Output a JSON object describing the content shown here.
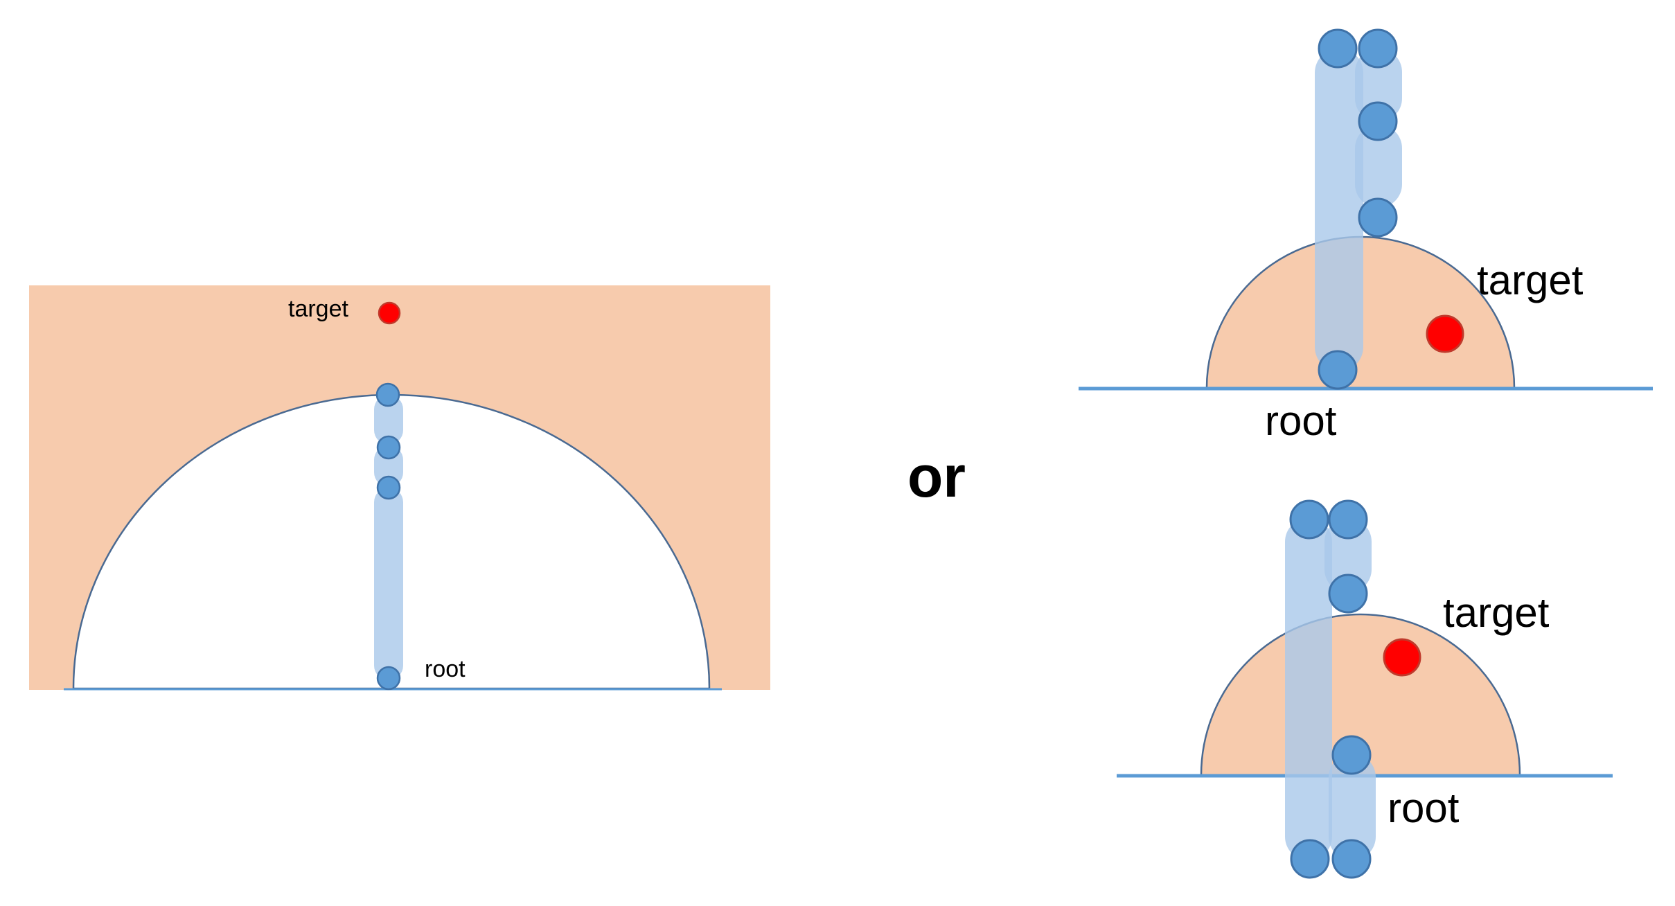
{
  "colors": {
    "region_fill": "#f7cbad",
    "arc_stroke": "#4a6a92",
    "ground_line": "#5b9bd5",
    "joint_fill": "#5b9bd5",
    "joint_stroke": "#3f72a8",
    "link_fill": "#a9c8ea",
    "target_fill": "#ff0000",
    "target_stroke": "#c0392b"
  },
  "panels": {
    "left": {
      "target_label": "target",
      "root_label": "root"
    },
    "separator": {
      "label": "or"
    },
    "top_right": {
      "target_label": "target",
      "root_label": "root"
    },
    "bottom_right": {
      "target_label": "target",
      "root_label": "root"
    }
  }
}
